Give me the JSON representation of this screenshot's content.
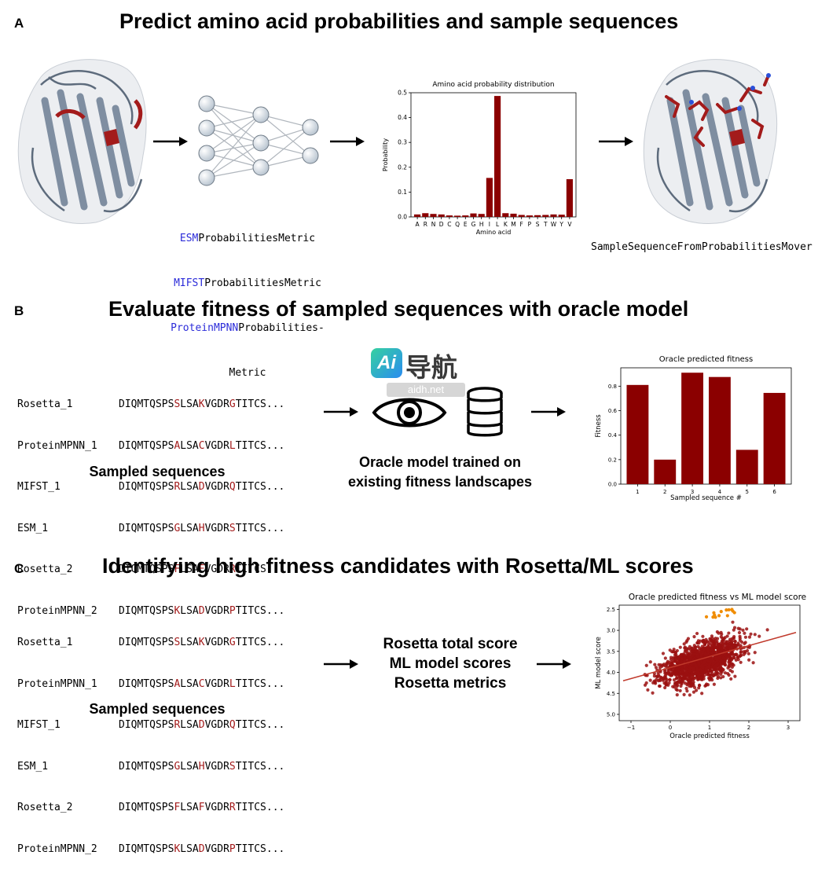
{
  "panels": {
    "a": {
      "letter": "A",
      "title": "Predict amino acid probabilities and sample sequences",
      "metric_lines": [
        {
          "prefix": "ESM",
          "suffix": "ProbabilitiesMetric"
        },
        {
          "prefix": "MIFST",
          "suffix": "ProbabilitiesMetric"
        },
        {
          "prefix": "ProteinMPNN",
          "suffix": "Probabilities-"
        }
      ],
      "metric_last_line": "Metric",
      "mover_label": "SampleSequenceFromProbabilitiesMover"
    },
    "b": {
      "letter": "B",
      "title": "Evaluate fitness of sampled sequences with oracle model",
      "sequences_caption": "Sampled sequences",
      "oracle_caption_line1": "Oracle model trained on",
      "oracle_caption_line2": "existing fitness landscapes",
      "watermark_brand": "导航",
      "watermark_logo": "Ai",
      "watermark_url": "aidh.net"
    },
    "c": {
      "letter": "C",
      "title": "Identifying high fitness candidates with Rosetta/ML scores",
      "sequences_caption": "Sampled sequences",
      "score_lines": [
        "Rosetta total score",
        "ML model scores",
        "Rosetta metrics"
      ]
    }
  },
  "sequences": [
    {
      "name": "Rosetta_1",
      "pre": "DIQMTQSPS",
      "m1": "S",
      "mid": "LSA",
      "m2": "K",
      "mid2": "VGDR",
      "m3": "G",
      "post": "TITCS..."
    },
    {
      "name": "ProteinMPNN_1",
      "pre": "DIQMTQSPS",
      "m1": "A",
      "mid": "LSA",
      "m2": "C",
      "mid2": "VGDR",
      "m3": "L",
      "post": "TITCS..."
    },
    {
      "name": "MIFST_1",
      "pre": "DIQMTQSPS",
      "m1": "R",
      "mid": "LSA",
      "m2": "D",
      "mid2": "VGDR",
      "m3": "Q",
      "post": "TITCS..."
    },
    {
      "name": "ESM_1",
      "pre": "DIQMTQSPS",
      "m1": "G",
      "mid": "LSA",
      "m2": "H",
      "mid2": "VGDR",
      "m3": "S",
      "post": "TITCS..."
    },
    {
      "name": "Rosetta_2",
      "pre": "DIQMTQSPS",
      "m1": "F",
      "mid": "LSA",
      "m2": "F",
      "mid2": "VGDR",
      "m3": "R",
      "post": "TITCS..."
    },
    {
      "name": "ProteinMPNN_2",
      "pre": "DIQMTQSPS",
      "m1": "K",
      "mid": "LSA",
      "m2": "D",
      "mid2": "VGDR",
      "m3": "P",
      "post": "TITCS..."
    }
  ],
  "colors": {
    "bar": "#8b0000",
    "highlight": "#a31b1b",
    "metric_prefix": "#2b2bd9",
    "protein": "#8796a8",
    "surface": "#e8ebef",
    "scatter": "#9b1010",
    "outlier": "#f08c00"
  },
  "chart_data": [
    {
      "type": "bar",
      "title": "Amino acid probability distribution",
      "xlabel": "Amino acid",
      "ylabel": "Probability",
      "ylim": [
        0,
        0.5
      ],
      "yticks": [
        0.0,
        0.1,
        0.2,
        0.3,
        0.4,
        0.5
      ],
      "categories": [
        "A",
        "R",
        "N",
        "D",
        "C",
        "Q",
        "E",
        "G",
        "H",
        "I",
        "L",
        "K",
        "M",
        "F",
        "P",
        "S",
        "T",
        "W",
        "Y",
        "V"
      ],
      "values": [
        0.01,
        0.015,
        0.012,
        0.01,
        0.006,
        0.005,
        0.006,
        0.014,
        0.012,
        0.157,
        0.487,
        0.015,
        0.013,
        0.008,
        0.006,
        0.007,
        0.008,
        0.01,
        0.009,
        0.152
      ]
    },
    {
      "type": "bar",
      "title": "Oracle predicted fitness",
      "xlabel": "Sampled sequence #",
      "ylabel": "Fitness",
      "ylim": [
        0,
        0.95
      ],
      "yticks": [
        0.0,
        0.2,
        0.4,
        0.6,
        0.8
      ],
      "categories": [
        "1",
        "2",
        "3",
        "4",
        "5",
        "6"
      ],
      "values": [
        0.81,
        0.2,
        0.91,
        0.875,
        0.28,
        0.745
      ]
    },
    {
      "type": "scatter",
      "title": "Oracle predicted fitness vs ML model score",
      "xlabel": "Oracle predicted fitness",
      "ylabel": "ML model score",
      "xlim": [
        -1.3,
        3.3
      ],
      "ylim": [
        5.15,
        2.4
      ],
      "xticks": [
        -1,
        0,
        1,
        2,
        3
      ],
      "yticks": [
        2.5,
        3.0,
        3.5,
        4.0,
        4.5,
        5.0
      ],
      "y_inverted": true,
      "trend": {
        "x": [
          -1.2,
          3.2
        ],
        "y": [
          4.2,
          3.05
        ]
      },
      "n_points": 1400
    }
  ]
}
